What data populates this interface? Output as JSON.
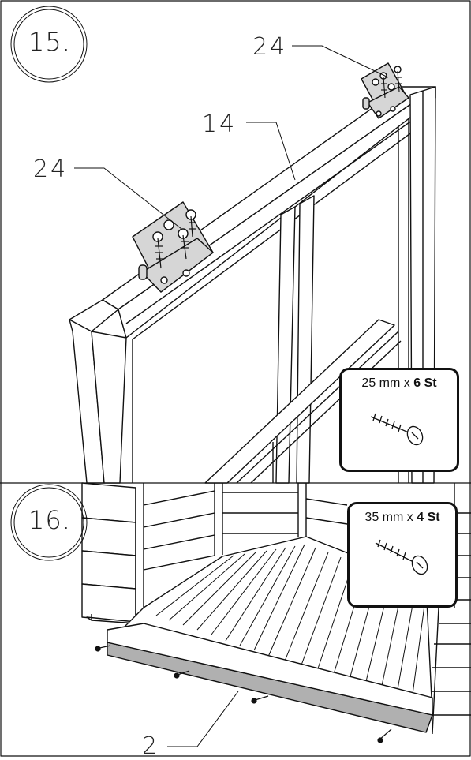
{
  "steps": [
    {
      "number": "15.",
      "callouts": {
        "hinge_right": "24",
        "beam": "14",
        "hinge_left": "24"
      },
      "hardware": {
        "size": "25 mm x",
        "count": "6 St"
      }
    },
    {
      "number": "16.",
      "callouts": {
        "board": "2"
      },
      "hardware": {
        "size": "35 mm x",
        "count": "4 St"
      }
    }
  ],
  "colors": {
    "line": "#111111",
    "panel_fill": "#ffffff",
    "board_fill": "#b0b0b0",
    "hinge_fill": "#d6d6d6"
  },
  "icons": [
    "screw-icon",
    "hinge-icon"
  ]
}
